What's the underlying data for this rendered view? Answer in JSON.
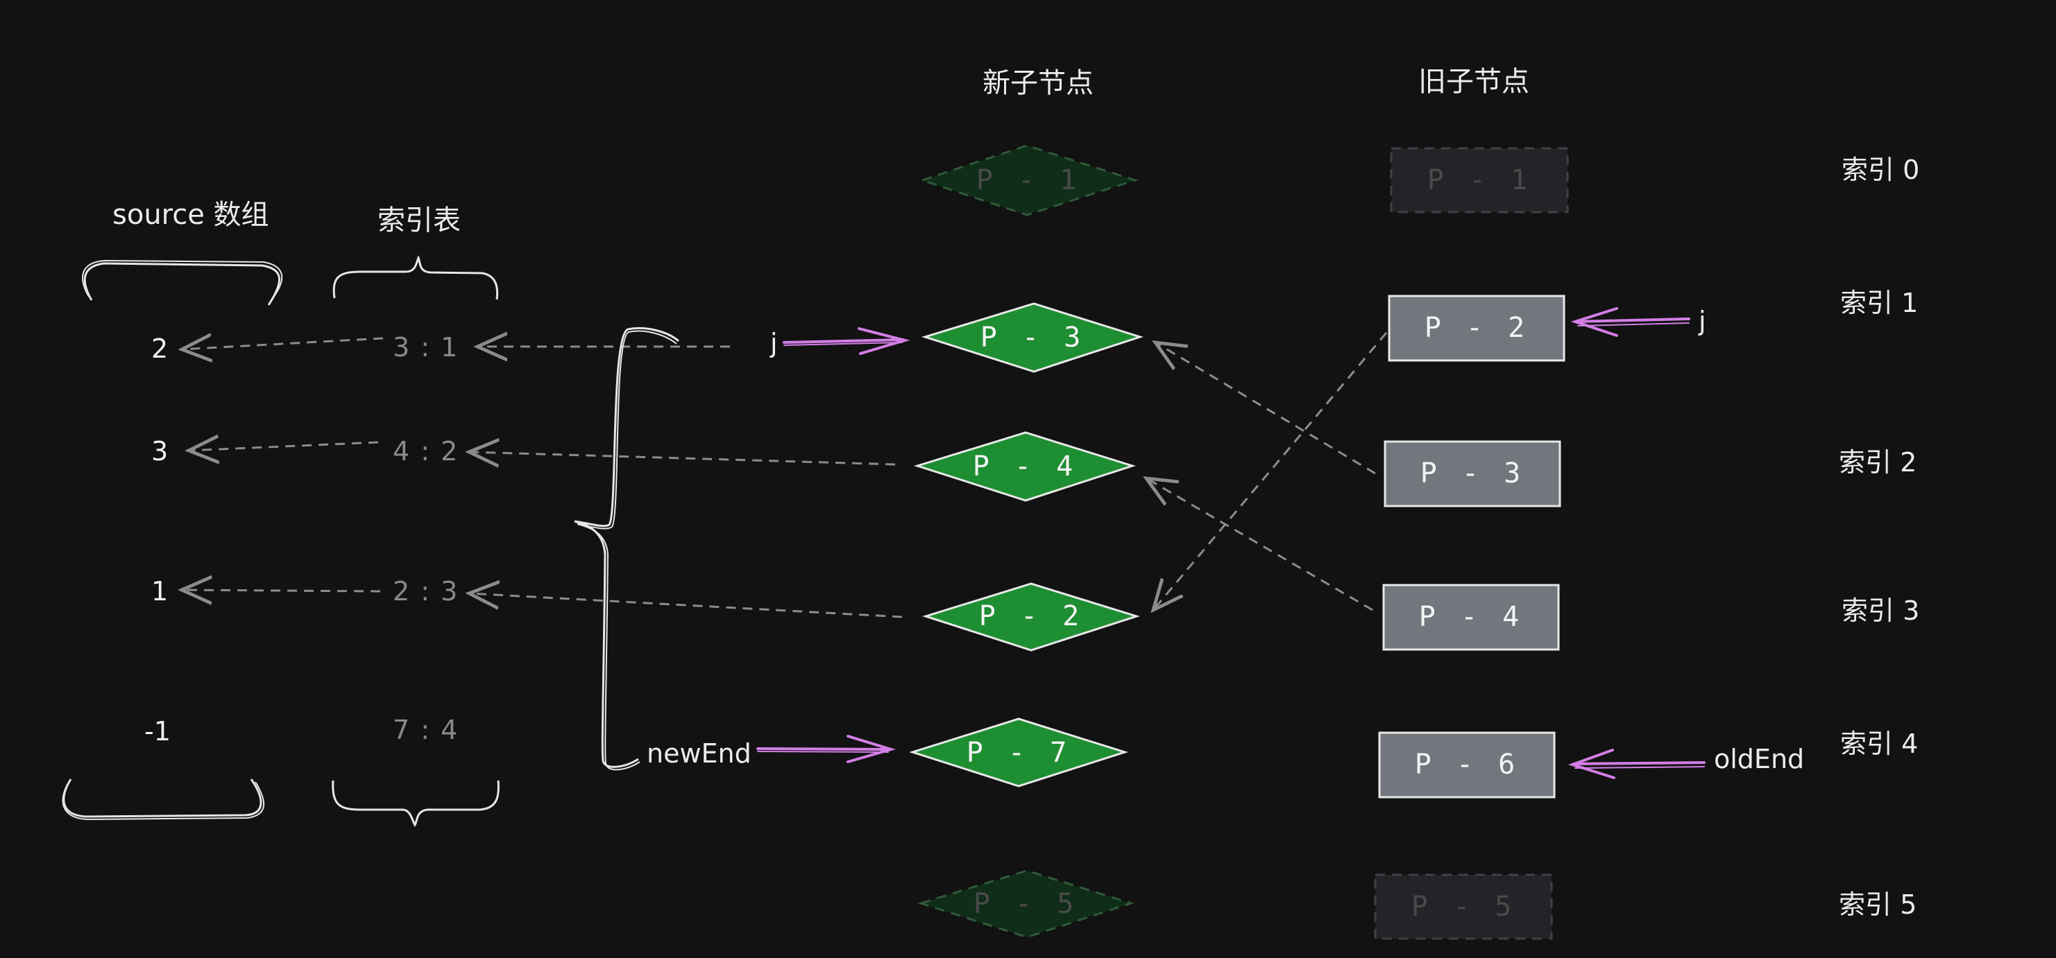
{
  "headers": {
    "new_children": "新子节点",
    "old_children": "旧子节点",
    "source_array": "source 数组",
    "index_table": "索引表"
  },
  "index_labels": [
    "索引 0",
    "索引 1",
    "索引 2",
    "索引 3",
    "索引 4",
    "索引 5"
  ],
  "new_nodes": [
    {
      "label": "P - 1",
      "state": "processed"
    },
    {
      "label": "P - 3",
      "state": "unprocessed"
    },
    {
      "label": "P - 4",
      "state": "unprocessed"
    },
    {
      "label": "P - 2",
      "state": "unprocessed"
    },
    {
      "label": "P - 7",
      "state": "unprocessed"
    },
    {
      "label": "P - 5",
      "state": "processed"
    }
  ],
  "old_nodes": [
    {
      "label": "P - 1",
      "state": "processed"
    },
    {
      "label": "P - 2",
      "state": "unprocessed"
    },
    {
      "label": "P - 3",
      "state": "unprocessed"
    },
    {
      "label": "P - 4",
      "state": "unprocessed"
    },
    {
      "label": "P - 6",
      "state": "unprocessed"
    },
    {
      "label": "P - 5",
      "state": "processed"
    }
  ],
  "index_table": [
    "3 : 1",
    "4 : 2",
    "2 : 3",
    "7 : 4"
  ],
  "source": [
    "2",
    "3",
    "1",
    "-1"
  ],
  "pointers": {
    "new_j": "j",
    "new_end": "newEnd",
    "old_j": "j",
    "old_end": "oldEnd"
  },
  "colors": {
    "background": "#121212",
    "diamond_fill": "#1e8e32",
    "diamond_faded": "#0f2d18",
    "rect_fill": "#72767d",
    "rect_faded": "#232427",
    "pointer_arrow": "#d27ee6",
    "connector": "#8c8c8c"
  }
}
